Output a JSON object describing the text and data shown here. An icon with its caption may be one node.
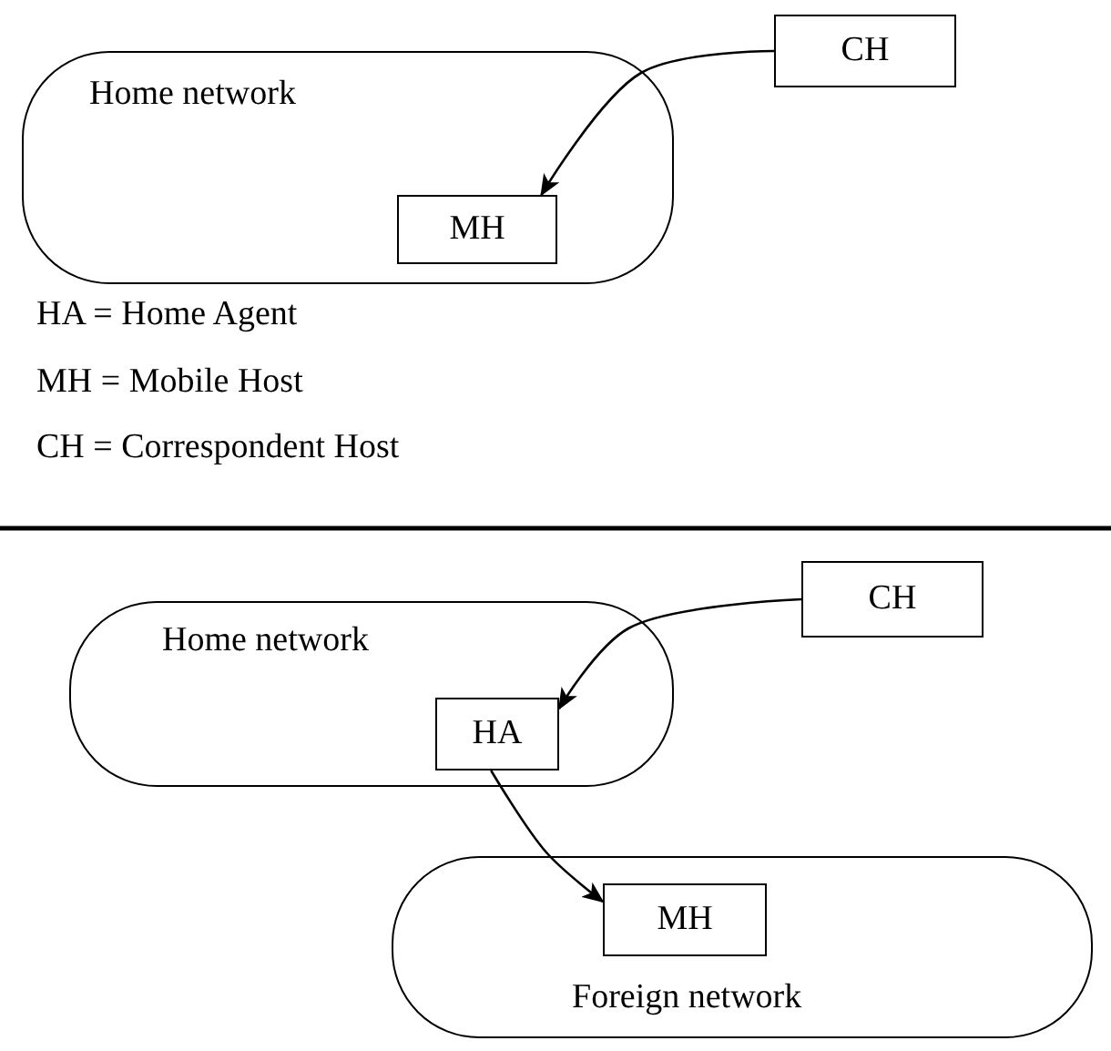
{
  "diagram": {
    "nodes": [
      {
        "text": [
          "Home network"
        ]
      },
      {
        "text": [
          "MH"
        ],
        "in": 0
      },
      {
        "text": [
          "CH"
        ]
      },
      {
        "text": [
          "Home network"
        ]
      },
      {
        "text": [
          "HA"
        ],
        "in": 3
      },
      {
        "text": [
          "CH"
        ]
      },
      {
        "text": [
          "Foreign network"
        ]
      },
      {
        "text": [
          "MH"
        ],
        "in": 6
      }
    ],
    "edges": [
      {
        "from": 2,
        "to": 1,
        "arrow": "to"
      },
      {
        "from": 5,
        "to": 4,
        "arrow": "to"
      },
      {
        "from": 4,
        "to": 7,
        "arrow": "to"
      }
    ],
    "labels": [
      "HA = Home Agent",
      "MH = Mobile Host",
      "CH = Correspondent Host"
    ]
  }
}
